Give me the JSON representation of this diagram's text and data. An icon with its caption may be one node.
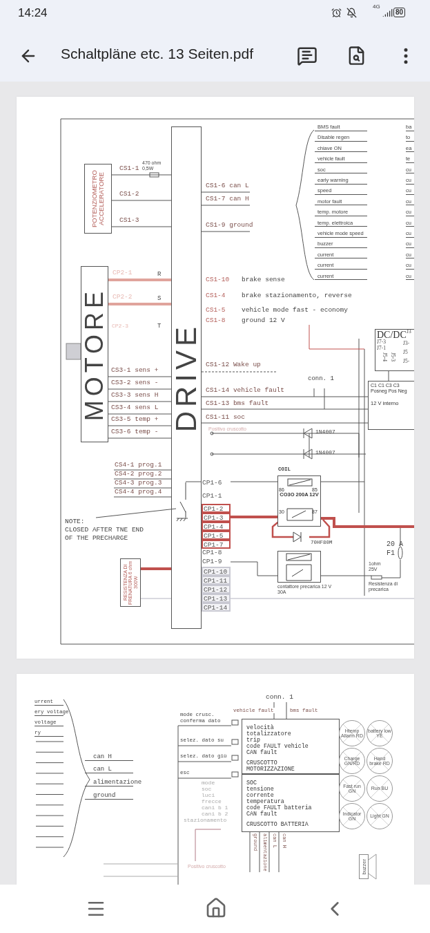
{
  "diagram": {
    "title": "Schaltpläne etc. 13 Seiten.pdf",
    "nodes": [
      {
        "text": [
          "POTENZIOMETRO ACCELERATORE"
        ]
      },
      {
        "text": [
          "DRIVE"
        ]
      },
      {
        "text": [
          "MOTORE"
        ]
      },
      {
        "text": [
          "RESISTENZA DI FRENATURA 6 ohm 300W"
        ]
      },
      {
        "text": [
          "CO3O 200A 12V"
        ],
        "beside": [
          "COIL"
        ]
      },
      {
        "text": [],
        "shape": "box",
        "beside": [
          "contattore precarica 12 V 30A"
        ]
      },
      {
        "text": [
          "DC/DC"
        ]
      },
      {
        "text": [
          "C1 C1 C3 C3",
          "Posneg Pos Neg",
          "12 V interno"
        ]
      },
      {
        "text": [
          "CP1-6"
        ]
      },
      {
        "text": [
          "CP1-1"
        ]
      },
      {
        "text": [
          "CP1-2"
        ]
      },
      {
        "text": [
          "CP1-3"
        ]
      },
      {
        "text": [
          "CP1-4"
        ]
      },
      {
        "text": [
          "CP1-5"
        ]
      },
      {
        "text": [
          "CP1-7"
        ]
      },
      {
        "text": [
          "CP1-8"
        ]
      },
      {
        "text": [
          "CP1-9"
        ]
      },
      {
        "text": [
          "CP1-10"
        ]
      },
      {
        "text": [
          "CP1-11"
        ]
      },
      {
        "text": [
          "CP1-12"
        ]
      },
      {
        "text": [
          "CP1-13"
        ]
      },
      {
        "text": [
          "CP1-14"
        ]
      },
      {
        "text": [
          "velocità",
          "totalizzatore",
          "trip",
          "code FAULT vehicle",
          "CAN fault",
          "CRUSCOTTO MOTORIZZAZIONE"
        ]
      },
      {
        "text": [
          "SOC",
          "tensione",
          "corrente",
          "temperatura",
          "code FAULT batteria",
          "CAN fault",
          "CRUSCOTTO BATTERIA"
        ]
      },
      {
        "text": [
          "Htemp Allarm RD"
        ]
      },
      {
        "text": [
          "battery low YE"
        ]
      },
      {
        "text": [
          "Charge GN/RD"
        ]
      },
      {
        "text": [
          "Hand brake RD"
        ]
      },
      {
        "text": [
          "Fast run GN"
        ]
      },
      {
        "text": [
          "Run BU"
        ]
      },
      {
        "text": [
          "Indicator GN"
        ]
      },
      {
        "text": [
          "Light GN"
        ]
      },
      {
        "text": [
          "buzzer"
        ]
      },
      {
        "text": [
          "NOTE:",
          "CLOSED AFTER TNE END OF THE PRECHARGE"
        ]
      },
      {
        "text": [],
        "shape": "switch",
        "in": 1
      },
      {
        "text": [
          "conn. 1"
        ]
      }
    ],
    "edges": [
      {
        "from": 0,
        "to": 1,
        "arrow": "none",
        "label": "CS1-1"
      },
      {
        "from": 0,
        "to": 1,
        "arrow": "none",
        "label": "CS1-2"
      },
      {
        "from": 0,
        "to": 1,
        "arrow": "none",
        "label": "CS1-3"
      },
      {
        "from": 2,
        "to": 1,
        "arrow": "none",
        "label": "CP2-1",
        "style": "thick",
        "color": "#e0a49c"
      },
      {
        "from": 2,
        "to": 1,
        "arrow": "none",
        "label": "CP2-2",
        "style": "thick",
        "color": "#e0a49c"
      },
      {
        "from": 2,
        "to": 1,
        "arrow": "none",
        "label": "CS3-1 sens +"
      },
      {
        "from": 2,
        "to": 1,
        "arrow": "none",
        "label": "CS3-2 sens -"
      },
      {
        "from": 2,
        "to": 1,
        "arrow": "none",
        "label": "CS3-3 sens H"
      },
      {
        "from": 2,
        "to": 1,
        "arrow": "none",
        "label": "CS3-4 sens L"
      },
      {
        "from": 2,
        "to": 1,
        "arrow": "none",
        "label": "CS3-5 temp +"
      },
      {
        "from": 2,
        "to": 1,
        "arrow": "none",
        "label": "CS3-6 temp -"
      },
      {
        "from": null,
        "to": 1,
        "arrow": "none",
        "label": "CS4-1 prog.1"
      },
      {
        "from": null,
        "to": 1,
        "arrow": "none",
        "label": "CS4-2 prog.2"
      },
      {
        "from": null,
        "to": 1,
        "arrow": "none",
        "label": "CS4-3 prog.3"
      },
      {
        "from": null,
        "to": 1,
        "arrow": "none",
        "label": "CS4-4 prog.4"
      },
      {
        "from": 3,
        "to": 1,
        "arrow": "none",
        "style": "thick",
        "color": "#c0504d"
      },
      {
        "from": 3,
        "to": 1,
        "arrow": "none",
        "color": "#b4b4c0"
      },
      {
        "from": 1,
        "to": null,
        "arrow": "none",
        "label": "CS1-6 can L"
      },
      {
        "from": 1,
        "to": null,
        "arrow": "none",
        "label": "CS1-7 can H"
      },
      {
        "from": 1,
        "to": null,
        "arrow": "none",
        "label": "CS1-9 ground"
      },
      {
        "from": 1,
        "to": null,
        "arrow": "none",
        "label": "CS1-12 Wake up",
        "style": "dashed"
      },
      {
        "from": 1,
        "to": 7,
        "arrow": "none",
        "label": "CS1-14 vehicle fault"
      },
      {
        "from": 1,
        "to": 7,
        "arrow": "none",
        "label": "CS1-13 bms fault"
      },
      {
        "from": 1,
        "to": 7,
        "arrow": "none",
        "label": "CS1-11 soc"
      },
      {
        "from": 11,
        "to": 4,
        "arrow": "none",
        "style": "thick",
        "color": "#c0504d"
      },
      {
        "from": 4,
        "to": null,
        "arrow": "none",
        "style": "thick",
        "color": "#c0504d"
      },
      {
        "from": 16,
        "to": 5,
        "arrow": "none"
      },
      {
        "from": 20,
        "to": null,
        "arrow": "none",
        "color": "#b4b4c0"
      },
      {
        "from": 6,
        "to": 7,
        "arrow": "none"
      },
      {
        "from": 22,
        "to": 35,
        "arrow": "none",
        "label": "vehicle fault"
      },
      {
        "from": 22,
        "to": 35,
        "arrow": "none",
        "label": "bms fault"
      },
      {
        "from": 23,
        "to": null,
        "arrow": "none",
        "label": "ground"
      },
      {
        "from": 23,
        "to": null,
        "arrow": "none",
        "label": "alimentazione"
      },
      {
        "from": 23,
        "to": null,
        "arrow": "none",
        "label": "can L"
      },
      {
        "from": 23,
        "to": null,
        "arrow": "none",
        "label": "can H"
      },
      {
        "from": 33,
        "to": 34,
        "arrow": "none"
      },
      {
        "from": 8,
        "to": null,
        "arrow": "none"
      },
      {
        "from": 8,
        "to": 34,
        "arrow": "none"
      }
    ],
    "labels": [
      "14:24",
      "4G",
      "80",
      "470 ohm 0,5W",
      "BMS fault",
      "Disable regen",
      "chiave ON",
      "vehicle fault",
      "soc",
      "early warning",
      "speed",
      "motor fault",
      "temp. motore",
      "temp. elettroica",
      "vehicle mode speed",
      "buzzer",
      "current",
      "current",
      "current",
      "ba",
      "to",
      "ea",
      "te",
      "cu",
      "cu",
      "cu",
      "cu",
      "cu",
      "cu",
      "cu",
      "cu",
      "cu",
      "cu",
      "cu",
      "CS1-10",
      "brake sense",
      "CS1-4",
      "brake stazionamento, reverse",
      "CS1-5",
      "vehicle mode fast - economy",
      "CS1-8",
      "ground 12 V",
      "R",
      "S",
      "CP2-3",
      "T",
      "conn. 1",
      "J7-3",
      "J7-1",
      "J5-4",
      "J5-3",
      "J3",
      "J3-",
      "J5",
      "J5-",
      "Positivo cruscotto",
      "1N4007",
      "1N4007",
      "86",
      "85",
      "30",
      "87",
      "70HF80M",
      "20 A",
      "F1",
      "1ohm 25V",
      "Resistenza di precarica",
      "urrent",
      "ery voltage",
      "voltage",
      "ry",
      "can H",
      "can L",
      "alimentazione",
      "ground",
      "mode crusc. conferma dato",
      "selez. dato su",
      "selez. dato giù",
      "esc",
      "mode",
      "soc",
      "luci",
      "frecce",
      "cani b 1",
      "cani b 2",
      "stazionamento",
      "Positivo cruscotto"
    ]
  }
}
